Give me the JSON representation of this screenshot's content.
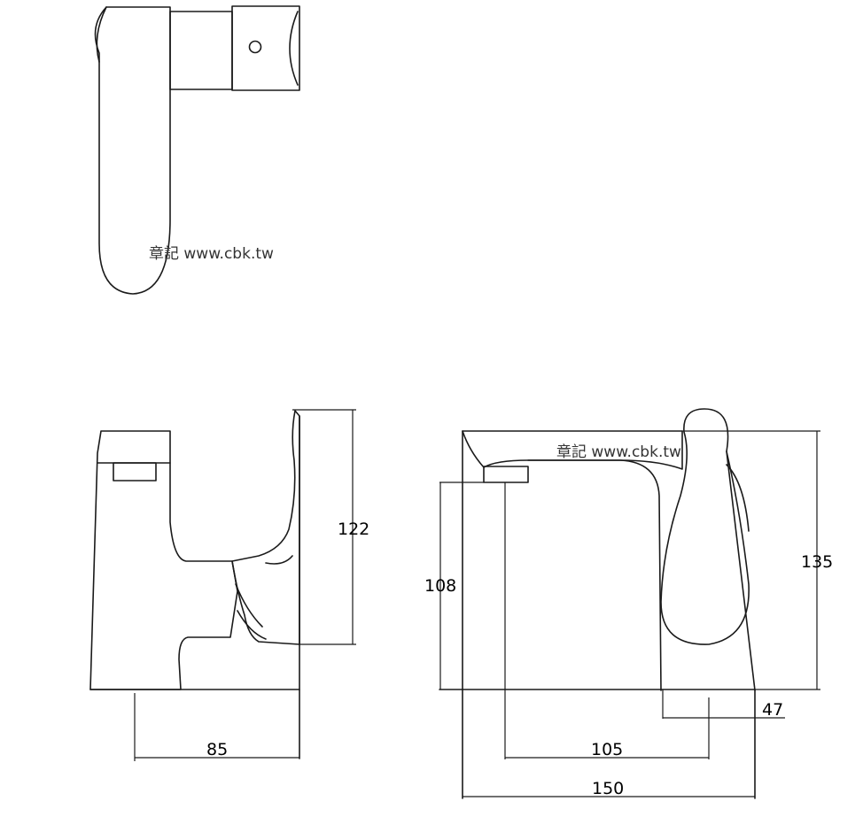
{
  "watermark": "章記 www.cbk.tw",
  "dimensions": {
    "side_height": "122",
    "side_base": "85",
    "front_spout_height": "108",
    "front_total_height": "135",
    "handle_offset": "47",
    "spout_reach": "105",
    "total_length": "150"
  }
}
